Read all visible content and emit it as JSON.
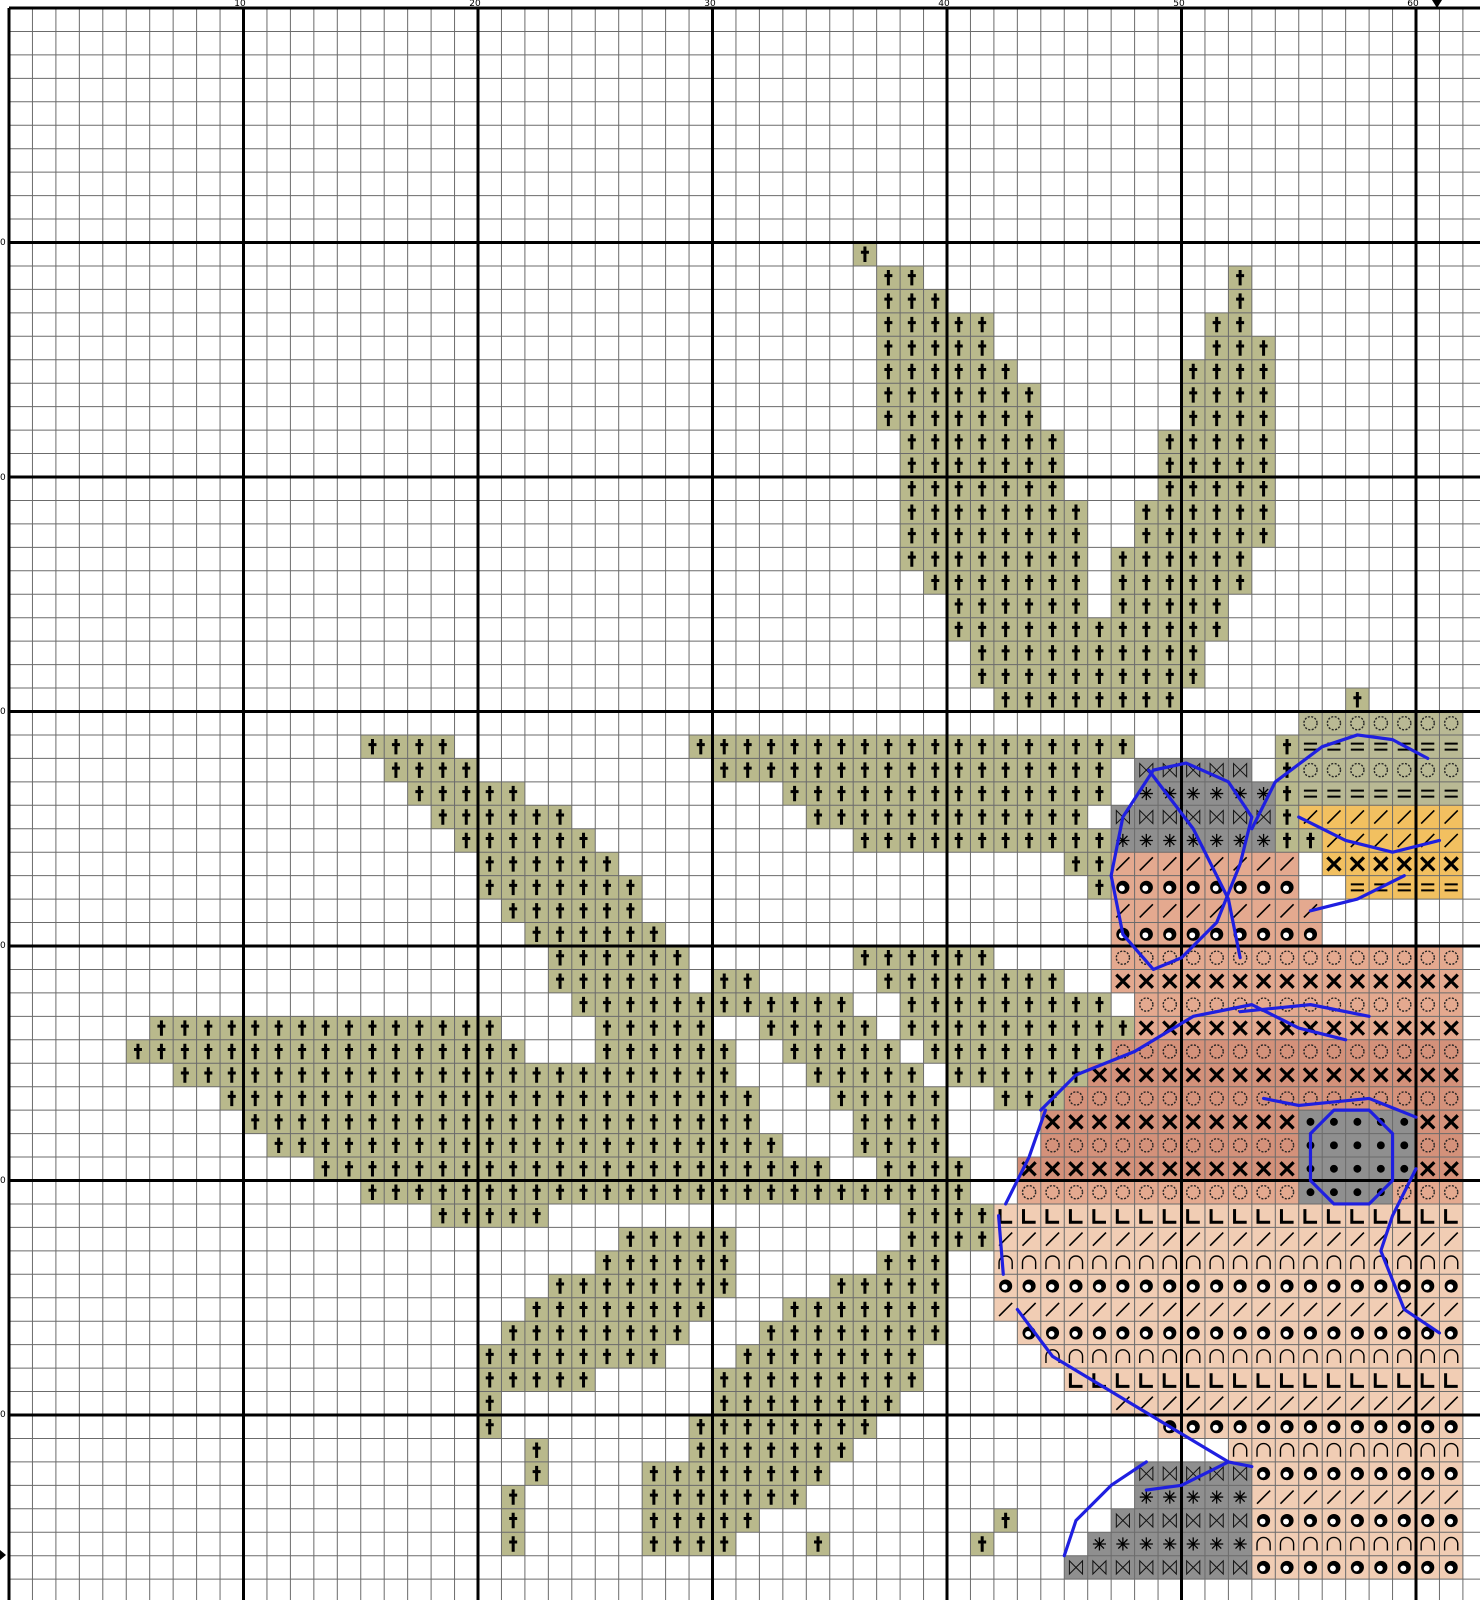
{
  "chart": {
    "top_axis_numbers": [
      "10",
      "20",
      "30",
      "40",
      "50",
      "60"
    ],
    "left_axis_numbers": [
      "0",
      "0",
      "0",
      "0",
      "0",
      "0"
    ]
  },
  "palette": {
    "grid_fine": "#6b6b6b",
    "grid_major": "#000000",
    "leaf_fill": "#b9b98c",
    "leaf_symbol": "#000000",
    "petal_fill_light": "#f1cdb4",
    "petal_fill_mid": "#e4a98f",
    "petal_fill_dark": "#d4917a",
    "grey_fill": "#8f8f8f",
    "gold_fill": "#f2c060",
    "sage_fill": "#b9b994",
    "outline": "#1f1fe0"
  },
  "symbols": {
    "leaf": "leaf-cross-symbol",
    "ring": "ring-symbol",
    "cross": "x-symbol",
    "filled_o": "filled-o-symbol",
    "slash": "slash-symbol",
    "arch": "arch-symbol",
    "corner": "l-symbol",
    "bowtie": "bowtie-symbol",
    "equals": "equals-symbol",
    "asterisk": "asterisk-symbol",
    "dot": "dot-symbol"
  }
}
